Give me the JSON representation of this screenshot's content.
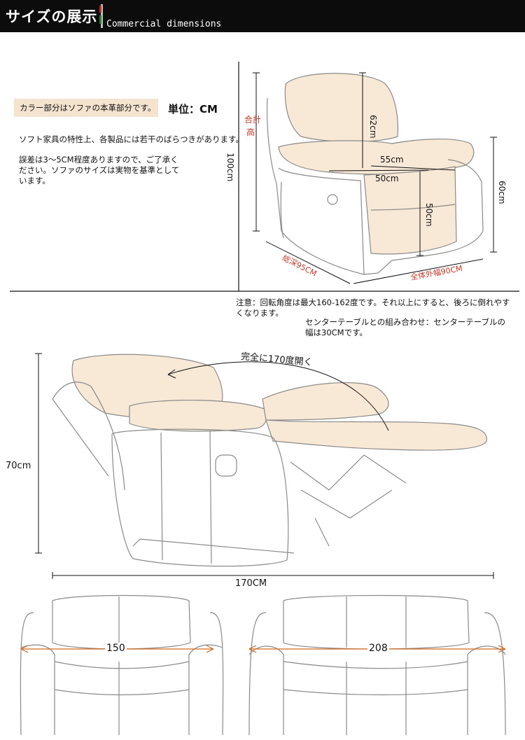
{
  "header": {
    "title": "サイズの展示",
    "subtitle": "Commercial dimensions"
  },
  "notes": {
    "color": "カラー部分はソファの本革部分です。",
    "unit": "単位：CM",
    "features": "ソフト家具の特性上、各製品には若干のばらつきがあります。",
    "error": "誤差は3～5CM程度ありますので、ご了承ください。ソファのサイズは実物を基準としています。",
    "attention": "注意：回転角度は最大160-162度です。それ以上にすると、後ろに倒れやすくなります。",
    "center_table": "センターテーブルとの組み合わせ：センターテーブルの幅は30CMです。"
  },
  "dimensions": {
    "total_height_1": "合計",
    "total_height_2": "高",
    "total_height": "100cm",
    "backrest": "62cm",
    "seat_depth": "55cm",
    "seat_width": "50cm",
    "seat_height": "50cm",
    "arm_height": "60cm",
    "total_depth": "総深95CM",
    "total_width": "全体外幅90CM",
    "open_angle": "完全に170度開く",
    "reclined_height": "70cm",
    "reclined_length": "170CM",
    "two_seat": "150",
    "three_seat": "208"
  },
  "colors": {
    "leather": "#f8e8d6",
    "outline": "#8a8a8a",
    "accent_red": "#c0392b",
    "arrow_orange": "#d2691e"
  }
}
